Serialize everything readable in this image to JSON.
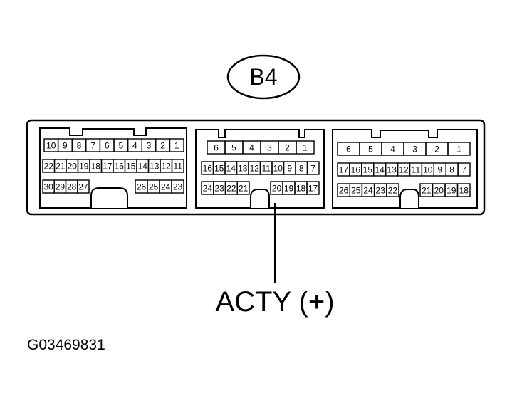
{
  "connector_label": "B4",
  "signal_label": "ACTY (+)",
  "figure_code": "G03469831",
  "blocks": [
    {
      "rows": [
        [
          "10",
          "9",
          "8",
          "7",
          "6",
          "5",
          "4",
          "3",
          "2",
          "1"
        ],
        [
          "22",
          "21",
          "20",
          "19",
          "18",
          "17",
          "16",
          "15",
          "14",
          "13",
          "12",
          "11"
        ],
        [
          "30",
          "29",
          "28",
          "27",
          "26",
          "25",
          "24",
          "23"
        ]
      ]
    },
    {
      "rows": [
        [
          "6",
          "5",
          "4",
          "3",
          "2",
          "1"
        ],
        [
          "16",
          "15",
          "14",
          "13",
          "12",
          "11",
          "10",
          "9",
          "8",
          "7"
        ],
        [
          "24",
          "23",
          "22",
          "21",
          "20",
          "19",
          "18",
          "17"
        ]
      ]
    },
    {
      "rows": [
        [
          "6",
          "5",
          "4",
          "3",
          "2",
          "1"
        ],
        [
          "17",
          "16",
          "15",
          "14",
          "13",
          "12",
          "11",
          "10",
          "9",
          "8",
          "7"
        ],
        [
          "26",
          "25",
          "24",
          "23",
          "22",
          "21",
          "20",
          "19",
          "18"
        ]
      ]
    }
  ],
  "highlighted_terminal": "20"
}
